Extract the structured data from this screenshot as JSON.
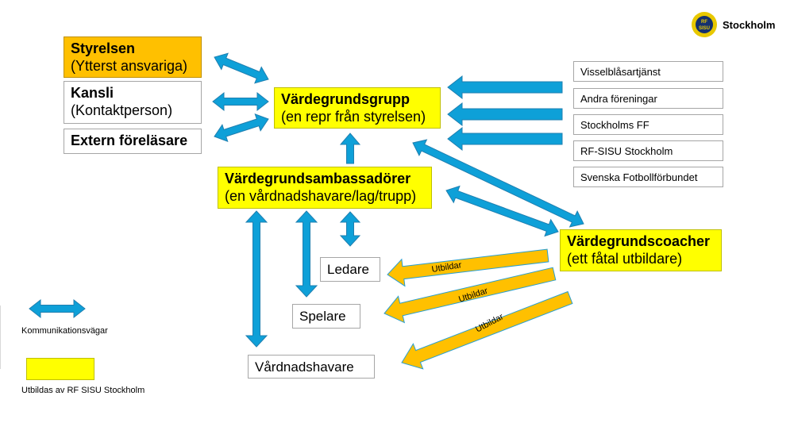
{
  "brand": {
    "logo_text": "Stockholm",
    "badge_text": "RF SISU"
  },
  "colors": {
    "arrow_blue": "#0ea0d8",
    "arrow_orange": "#ffc000",
    "yellow": "#ffff00",
    "orange_box": "#ffc000"
  },
  "left_boxes": [
    {
      "title": "Styrelsen",
      "subtitle": "(Ytterst ansvariga)"
    },
    {
      "title": "Kansli",
      "subtitle": "(Kontaktperson)"
    },
    {
      "title": "Extern föreläsare",
      "subtitle": ""
    }
  ],
  "center": {
    "group": {
      "title": "Värdegrundsgrupp",
      "subtitle": "(en repr från styrelsen)"
    },
    "ambassadors": {
      "title": "Värdegrundsambassadörer",
      "subtitle": "(en vårdnadshavare/lag/trupp)"
    },
    "coaches": {
      "title": "Värdegrundscoacher",
      "subtitle": "(ett fåtal utbildare)"
    }
  },
  "right_boxes": [
    "Visselblåsartjänst",
    "Andra föreningar",
    "Stockholms FF",
    "RF-SISU Stockholm",
    "Svenska Fotbollförbundet"
  ],
  "lower_boxes": {
    "ledare": "Ledare",
    "spelare": "Spelare",
    "vardnadshavare": "Vårdnadshavare"
  },
  "training_arrows": [
    "Utbildar",
    "Utbildar",
    "Utbildar"
  ],
  "legend": {
    "communication": "Kommunikationsvägar",
    "trained_by": "Utbildas av RF SISU Stockholm"
  }
}
